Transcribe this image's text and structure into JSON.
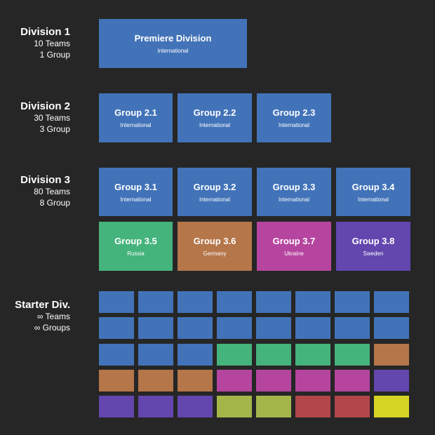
{
  "colors": {
    "background": "#262626",
    "international": "#4273b8",
    "russia": "#45b37c",
    "germany": "#b5764a",
    "ukraine": "#b6459f",
    "sweden": "#6346ae",
    "olive": "#a4b54a",
    "red": "#b2464a",
    "yellow": "#d5d324"
  },
  "divisions": [
    {
      "title": "Division 1",
      "teams": "10 Teams",
      "groups": "1 Group"
    },
    {
      "title": "Division 2",
      "teams": "30 Teams",
      "groups": "3 Group"
    },
    {
      "title": "Division 3",
      "teams": "80 Teams",
      "groups": "8 Group"
    },
    {
      "title": "Starter Div.",
      "teams": "∞ Teams",
      "groups": "∞  Groups"
    }
  ],
  "boxes": {
    "premiere": {
      "title": "Premiere Division",
      "sub": "International"
    },
    "g2_1": {
      "title": "Group 2.1",
      "sub": "International"
    },
    "g2_2": {
      "title": "Group 2.2",
      "sub": "International"
    },
    "g2_3": {
      "title": "Group 2.3",
      "sub": "International"
    },
    "g3_1": {
      "title": "Group 3.1",
      "sub": "International"
    },
    "g3_2": {
      "title": "Group 3.2",
      "sub": "International"
    },
    "g3_3": {
      "title": "Group 3.3",
      "sub": "International"
    },
    "g3_4": {
      "title": "Group 3.4",
      "sub": "International"
    },
    "g3_5": {
      "title": "Group 3.5",
      "sub": "Russia"
    },
    "g3_6": {
      "title": "Group 3.6",
      "sub": "Germany"
    },
    "g3_7": {
      "title": "Group 3.7",
      "sub": "Ukraine"
    },
    "g3_8": {
      "title": "Group 3.8",
      "sub": "Sweden"
    }
  },
  "starter_grid": [
    [
      "international",
      "international",
      "international",
      "international",
      "international",
      "international",
      "international",
      "international"
    ],
    [
      "international",
      "international",
      "international",
      "international",
      "international",
      "international",
      "international",
      "international"
    ],
    [
      "international",
      "international",
      "international",
      "russia",
      "russia",
      "russia",
      "russia",
      "germany"
    ],
    [
      "germany",
      "germany",
      "germany",
      "ukraine",
      "ukraine",
      "ukraine",
      "ukraine",
      "sweden"
    ],
    [
      "sweden",
      "sweden",
      "sweden",
      "olive",
      "olive",
      "red",
      "red",
      "yellow"
    ]
  ]
}
